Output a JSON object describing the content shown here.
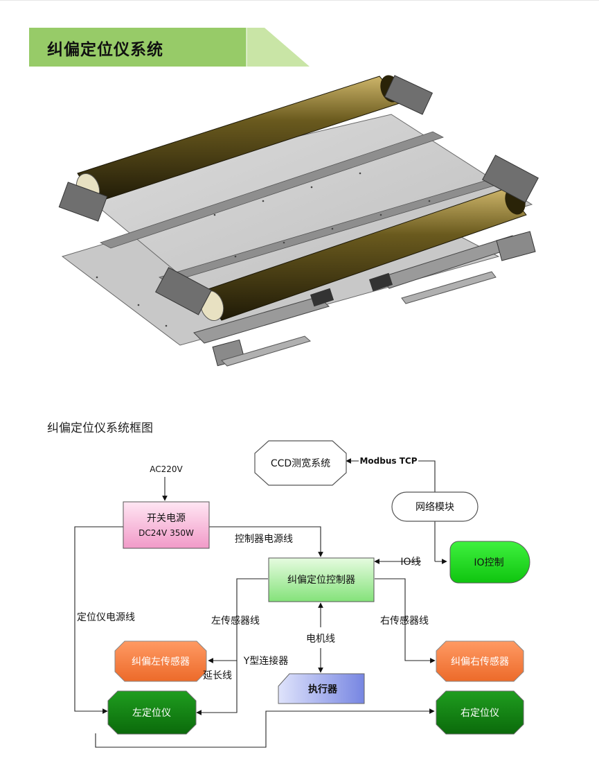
{
  "header": {
    "title": "纠偏定位仪系统"
  },
  "diagram": {
    "title": "纠偏定位仪系统框图",
    "nodes": {
      "ac_input": "AC220V",
      "power_supply": {
        "line1": "开关电源",
        "line2": "DC24V 350W"
      },
      "ccd_system": "CCD测宽系统",
      "network_module": "网络模块",
      "io_control": "IO控制",
      "controller": "纠偏定位控制器",
      "left_sensor": "纠偏左传感器",
      "right_sensor": "纠偏右传感器",
      "actuator": "执行器",
      "left_locator": "左定位仪",
      "right_locator": "右定位仪"
    },
    "edge_labels": {
      "modbus": "Modbus TCP",
      "controller_power": "控制器电源线",
      "io_line": "IO线",
      "locator_power": "定位仪电源线",
      "left_sensor_line": "左传感器线",
      "right_sensor_line": "右传感器线",
      "motor_line": "电机线",
      "y_connector": "Y型连接器",
      "extension": "延长线"
    }
  }
}
